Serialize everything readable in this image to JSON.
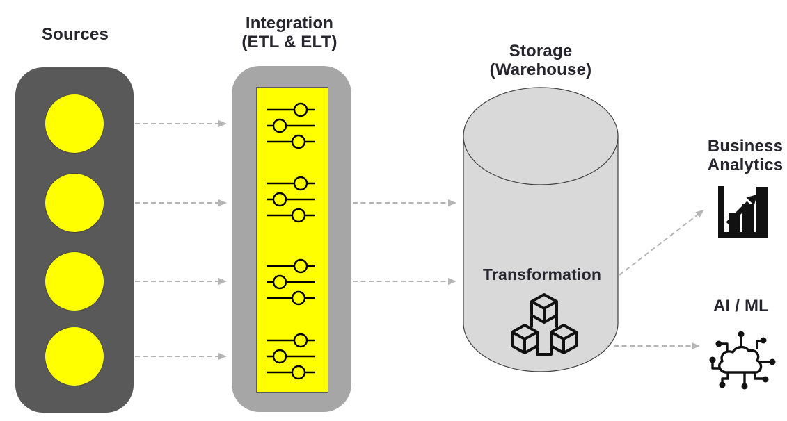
{
  "nodes": {
    "sources": {
      "label": "Sources",
      "icon": "circle-icon",
      "item_count": 4,
      "panel_color": "#595959",
      "item_color": "#ffff00"
    },
    "integration": {
      "label_line1": "Integration",
      "label_line2": "(ETL & ELT)",
      "icon": "sliders-icon",
      "slider_group_count": 4,
      "panel_color": "#a6a6a6",
      "inner_color": "#ffff00"
    },
    "storage": {
      "label_line1": "Storage",
      "label_line2": "(Warehouse)",
      "inner_label": "Transformation",
      "icon": "cubes-icon",
      "shape": "cylinder",
      "fill_color": "#d9d9d9"
    },
    "business_analytics": {
      "label_line1": "Business",
      "label_line2": "Analytics",
      "icon": "bar-chart-growth-icon"
    },
    "ai_ml": {
      "label": "AI / ML",
      "icon": "cloud-network-icon"
    }
  },
  "flows": [
    {
      "from": "sources",
      "to": "integration",
      "arrows": 4,
      "style": "dashed"
    },
    {
      "from": "integration",
      "to": "storage",
      "arrows": 2,
      "style": "dashed"
    },
    {
      "from": "storage",
      "to": "business_analytics",
      "arrows": 1,
      "style": "dashed"
    },
    {
      "from": "storage",
      "to": "ai_ml",
      "arrows": 1,
      "style": "dashed"
    }
  ],
  "colors": {
    "text": "#26262e",
    "arrow": "#b5b5b5",
    "dark_panel": "#595959",
    "gray_panel": "#a6a6a6",
    "yellow": "#ffff00",
    "cylinder_fill": "#d9d9d9",
    "cylinder_stroke": "#404040",
    "icon_black": "#111111"
  }
}
